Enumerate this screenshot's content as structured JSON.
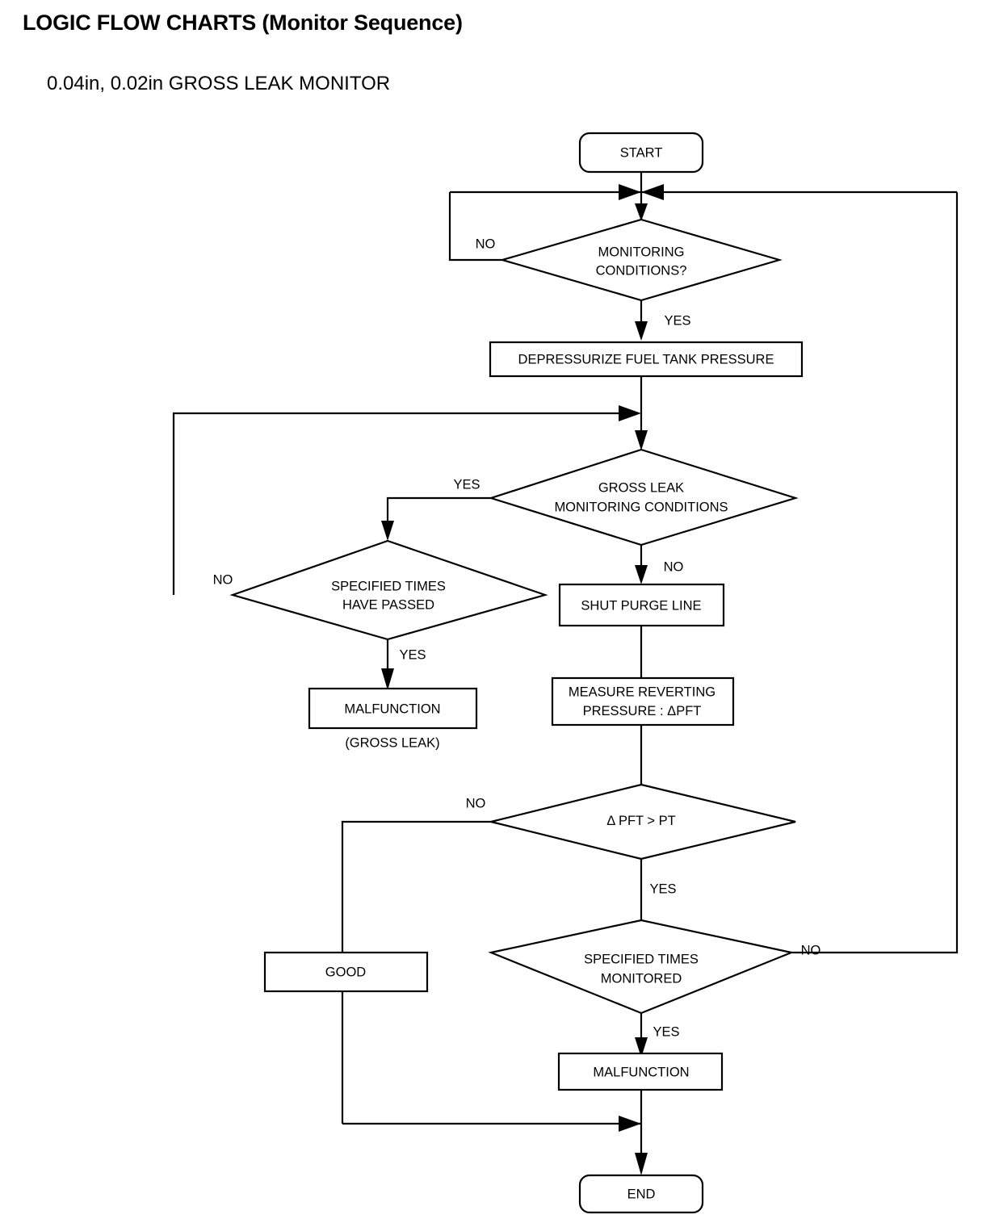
{
  "header": {
    "title": "LOGIC FLOW CHARTS (Monitor Sequence)",
    "subtitle": "0.04in, 0.02in GROSS LEAK MONITOR"
  },
  "colors": {
    "ink": "#000000",
    "paper": "#ffffff"
  },
  "chart_data": {
    "type": "flowchart",
    "title": "0.04in, 0.02in GROSS LEAK MONITOR",
    "nodes": [
      {
        "id": "start",
        "shape": "terminator",
        "label": "START"
      },
      {
        "id": "monitoring_conditions",
        "shape": "decision",
        "label_line1": "MONITORING",
        "label_line2": "CONDITIONS?"
      },
      {
        "id": "depressurize",
        "shape": "process",
        "label": "DEPRESSURIZE FUEL TANK PRESSURE"
      },
      {
        "id": "gross_leak_conditions",
        "shape": "decision",
        "label_line1": "GROSS LEAK",
        "label_line2": "MONITORING CONDITIONS"
      },
      {
        "id": "specified_times_passed",
        "shape": "decision",
        "label_line1": "SPECIFIED TIMES",
        "label_line2": "HAVE PASSED"
      },
      {
        "id": "malfunction_gross_leak",
        "shape": "process",
        "label": "MALFUNCTION",
        "caption": "(GROSS LEAK)"
      },
      {
        "id": "shut_purge_line",
        "shape": "process",
        "label": "SHUT PURGE LINE"
      },
      {
        "id": "measure_reverting",
        "shape": "process",
        "label_line1": "MEASURE REVERTING",
        "label_line2_pre": "PRESSURE : ",
        "label_line2_delta": "Δ",
        "label_line2_post": "PFT"
      },
      {
        "id": "pft_gt_pt",
        "shape": "decision",
        "label_delta": "Δ",
        "label_rest": " PFT > PT"
      },
      {
        "id": "specified_times_monitored",
        "shape": "decision",
        "label_line1": "SPECIFIED TIMES",
        "label_line2": "MONITORED"
      },
      {
        "id": "good",
        "shape": "process",
        "label": "GOOD"
      },
      {
        "id": "malfunction",
        "shape": "process",
        "label": "MALFUNCTION"
      },
      {
        "id": "end",
        "shape": "terminator",
        "label": "END"
      }
    ],
    "edge_labels": {
      "monitoring_no": "NO",
      "monitoring_yes": "YES",
      "gross_leak_yes": "YES",
      "gross_leak_no": "NO",
      "times_passed_no": "NO",
      "times_passed_yes": "YES",
      "pft_no": "NO",
      "pft_yes": "YES",
      "monitored_no": "NO",
      "monitored_yes": "YES"
    },
    "edges": [
      {
        "from": "start",
        "to": "monitoring_conditions",
        "label": ""
      },
      {
        "from": "monitoring_conditions",
        "to": "start_join",
        "label": "NO"
      },
      {
        "from": "monitoring_conditions",
        "to": "depressurize",
        "label": "YES"
      },
      {
        "from": "depressurize",
        "to": "gross_leak_conditions",
        "label": ""
      },
      {
        "from": "gross_leak_conditions",
        "to": "specified_times_passed",
        "label": "YES"
      },
      {
        "from": "gross_leak_conditions",
        "to": "shut_purge_line",
        "label": "NO"
      },
      {
        "from": "specified_times_passed",
        "to": "gross_leak_conditions",
        "label": "NO"
      },
      {
        "from": "specified_times_passed",
        "to": "malfunction_gross_leak",
        "label": "YES"
      },
      {
        "from": "shut_purge_line",
        "to": "measure_reverting",
        "label": ""
      },
      {
        "from": "measure_reverting",
        "to": "pft_gt_pt",
        "label": ""
      },
      {
        "from": "pft_gt_pt",
        "to": "good",
        "label": "NO"
      },
      {
        "from": "pft_gt_pt",
        "to": "specified_times_monitored",
        "label": "YES"
      },
      {
        "from": "specified_times_monitored",
        "to": "start_join",
        "label": "NO"
      },
      {
        "from": "specified_times_monitored",
        "to": "malfunction",
        "label": "YES"
      },
      {
        "from": "good",
        "to": "end",
        "label": ""
      },
      {
        "from": "malfunction",
        "to": "end",
        "label": ""
      }
    ]
  }
}
